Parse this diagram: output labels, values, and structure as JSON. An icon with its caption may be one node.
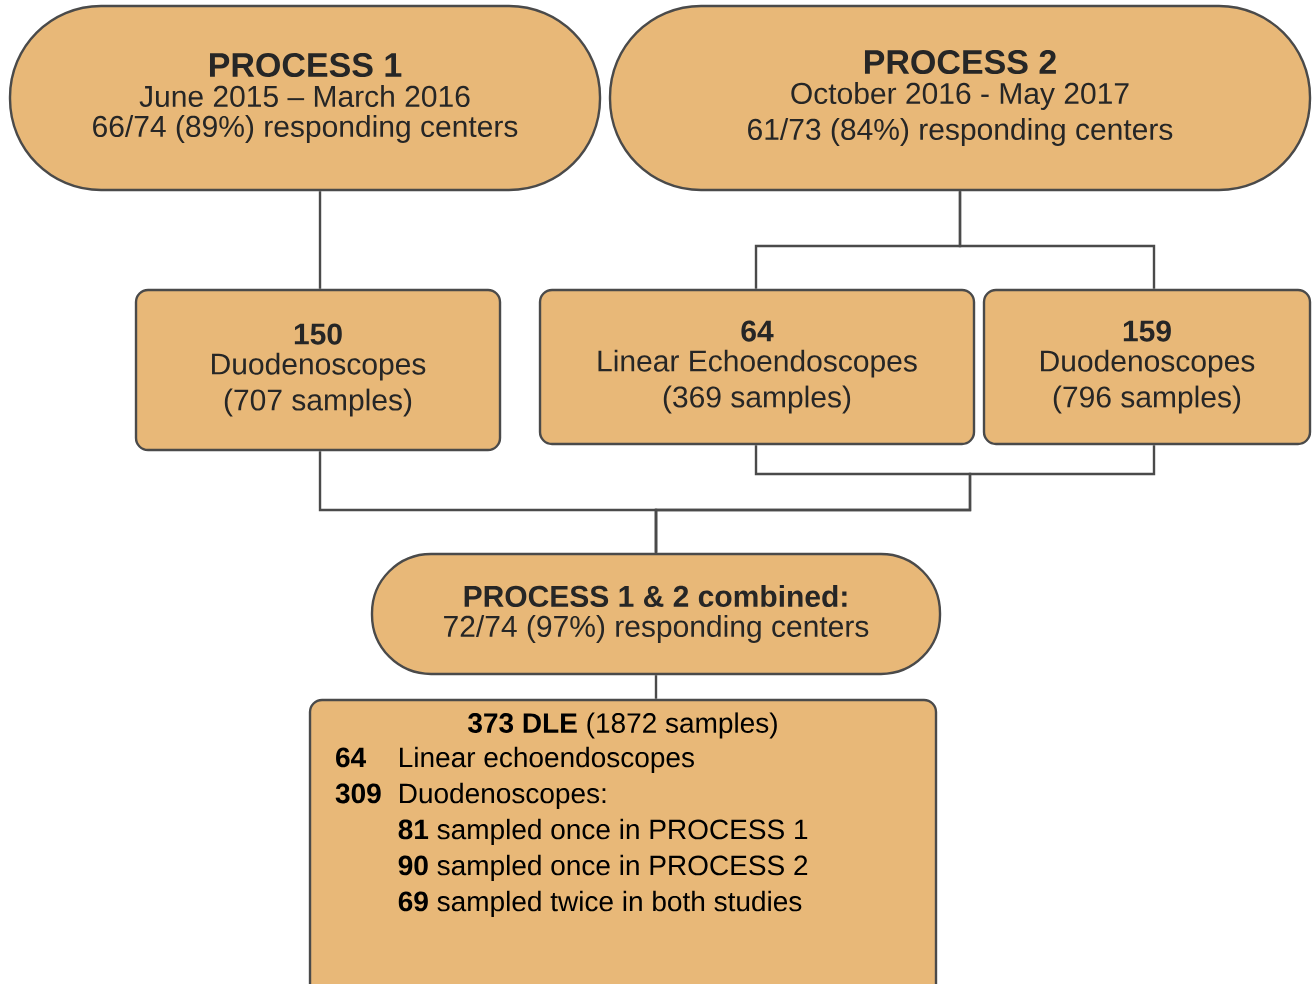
{
  "diagram": {
    "nodes": [
      {
        "text": [
          "PROCESS 1",
          "June 2015 – March 2016",
          "66/74 (89%) responding centers"
        ]
      },
      {
        "text": [
          "PROCESS 2",
          "October 2016 - May 2017",
          "61/73 (84%) responding centers"
        ]
      },
      {
        "text": [
          "150",
          "Duodenoscopes",
          "(707 samples)"
        ]
      },
      {
        "text": [
          "64",
          "Linear Echoendoscopes",
          "(369 samples)"
        ]
      },
      {
        "text": [
          "159",
          "Duodenoscopes",
          "(796 samples)"
        ]
      },
      {
        "text": [
          "PROCESS 1 & 2 combined:",
          "72/74 (97%) responding centers"
        ]
      },
      {
        "text": [
          "**373 DLE** (1872 samples)",
          "64",
          "Linear echoendoscopes",
          "309",
          "Duodenoscopes:",
          "**81** sampled once in PROCESS 1",
          "**90** sampled once in PROCESS 2",
          "**69** sampled twice in both studies"
        ]
      }
    ],
    "edges": [
      {
        "from": 0,
        "to": 2,
        "arrow": "none"
      },
      {
        "from": 1,
        "to": 3,
        "arrow": "none"
      },
      {
        "from": 1,
        "to": 4,
        "arrow": "none"
      },
      {
        "from": 2,
        "to": 5,
        "arrow": "none"
      },
      {
        "from": 3,
        "to": 5,
        "arrow": "none"
      },
      {
        "from": 4,
        "to": 5,
        "arrow": "none"
      },
      {
        "from": 5,
        "to": 6,
        "arrow": "none"
      }
    ]
  }
}
